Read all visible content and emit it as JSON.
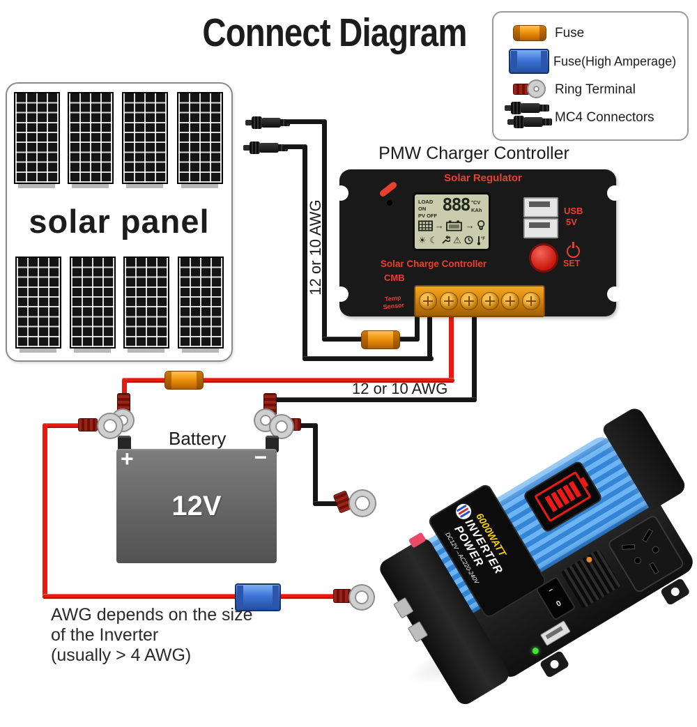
{
  "title": "Connect Diagram",
  "legend": {
    "items": [
      {
        "label": "Fuse",
        "icon": "fuse-orange-icon"
      },
      {
        "label": "Fuse(High Amperage)",
        "icon": "fuse-blue-icon"
      },
      {
        "label": "Ring Terminal",
        "icon": "ring-terminal-icon"
      },
      {
        "label": "MC4 Connectors",
        "icon": "mc4-connectors-icon"
      }
    ]
  },
  "solar_panel": {
    "label": "solar panel"
  },
  "controller": {
    "title": "PMW Charger Controller",
    "header": "Solar Regulator",
    "lcd": {
      "load_on": "LOAD ON",
      "pv_off": "PV OFF",
      "digits": "888",
      "unit_top": "°CV",
      "unit_bottom": "KAh"
    },
    "usb_label": "USB",
    "usb_voltage": "5V",
    "set_label": "SET",
    "name": "Solar Charge Controller",
    "model": "CMB",
    "temp_line1": "Temp",
    "temp_line2": "Sensor"
  },
  "wires": {
    "pv_label": "12 or 10 AWG",
    "battery_label": "12 or 10 AWG"
  },
  "battery": {
    "label": "Battery",
    "voltage": "12V",
    "positive": "+",
    "negative": "−"
  },
  "inverter": {
    "name": "POWER INVERTER",
    "power": "6000WATT",
    "spec": "DC12V→AC220-240V",
    "switch_line": "–",
    "switch_zero": "0"
  },
  "note": {
    "line1": "AWG depends on the size",
    "line2": "of the Inverter",
    "line3": "(usually > 4 AWG)"
  },
  "colors": {
    "wire_red": "#e8190f",
    "wire_black": "#161616",
    "fuse_orange": "#ef930b",
    "fuse_blue": "#3d74d6",
    "controller_accent": "#e8402e",
    "lcd_background": "#c9cdae",
    "inverter_blue": "#49a3e9",
    "gauge_red": "#ea1b17"
  }
}
